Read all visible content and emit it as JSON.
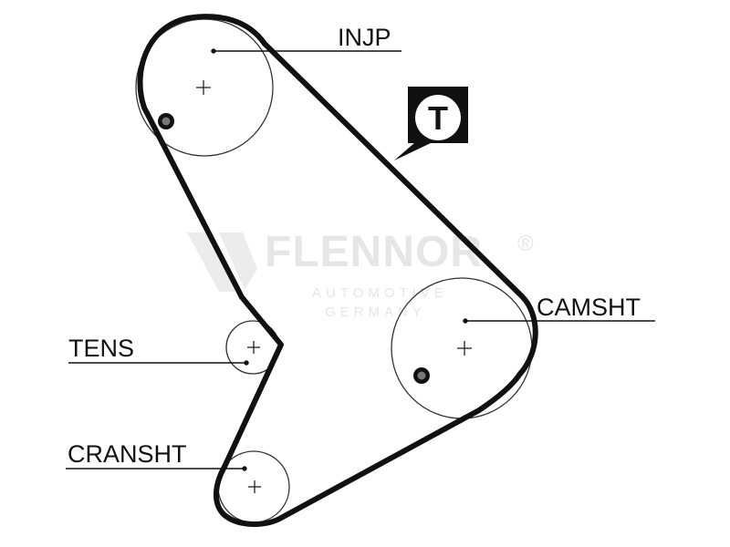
{
  "watermark": {
    "brand": "FLENNOR",
    "registered": "®",
    "line1": "AUTOMOTIVE",
    "line2": "GERMANY"
  },
  "badge": {
    "letter": "T"
  },
  "labels": {
    "injp": "INJP",
    "camsht": "CAMSHT",
    "tens": "TENS",
    "cransht": "CRANSHT"
  },
  "colors": {
    "belt": "#111111",
    "pulley": "#333333",
    "watermark": "#e6e6e6"
  }
}
